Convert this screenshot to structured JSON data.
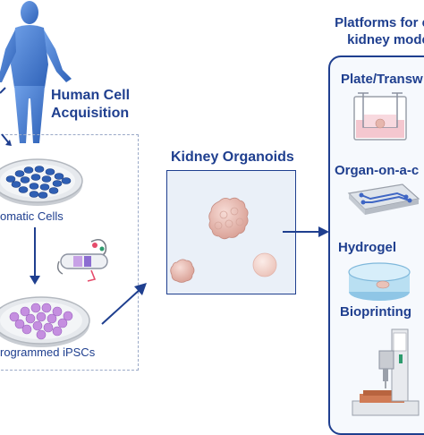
{
  "left": {
    "human_cell_title_line1": "Human Cell",
    "human_cell_title_line2": "Acquisition",
    "somatic_label": "omatic Cells",
    "ipsc_label": "rogrammed iPSCs"
  },
  "center": {
    "organoids_title": "Kidney Organoids"
  },
  "right": {
    "platforms_title_line1": "Platforms for e",
    "platforms_title_line2": "kidney mode",
    "items": [
      {
        "label": "Plate/Transw"
      },
      {
        "label": "Organ-on-a-c"
      },
      {
        "label": "Hydrogel"
      },
      {
        "label": "Bioprinting"
      }
    ]
  },
  "colors": {
    "accent": "#1f3f8f",
    "human": "#4a7fd1",
    "somatic_cells": "#2f5fb4",
    "ipsc_cells": "#c58fe0",
    "organoid": "#e7b9b0"
  }
}
